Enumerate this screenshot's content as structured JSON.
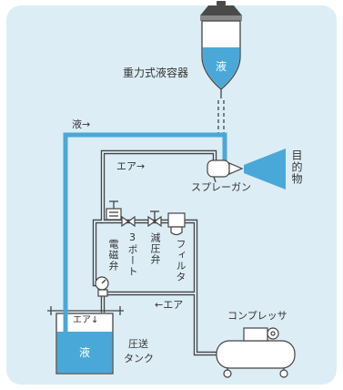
{
  "diagram": {
    "gravity_container": {
      "label": "重力式液容器",
      "liquid_label": "液"
    },
    "liquid_line_label": "液→",
    "air_to_gun_label": "エア→",
    "air_to_tank_label": "←エア",
    "spray_gun": {
      "label": "スプレーガン"
    },
    "target": {
      "label": "目的物"
    },
    "solenoid_valve": {
      "label_col1": "3ポート",
      "label_col2": "電磁弁"
    },
    "reducing_valve": {
      "label": "減圧弁"
    },
    "filter": {
      "label": "フィルタ"
    },
    "pressure_tank": {
      "air_label": "エア↓",
      "liquid_label": "液",
      "label_line1": "圧送",
      "label_line2": "タンク"
    },
    "compressor": {
      "label": "コンプレッサ"
    }
  },
  "colors": {
    "panel": "#dcedf5",
    "liquid": "#4aa8d8",
    "line": "#444444",
    "text": "#333333"
  }
}
